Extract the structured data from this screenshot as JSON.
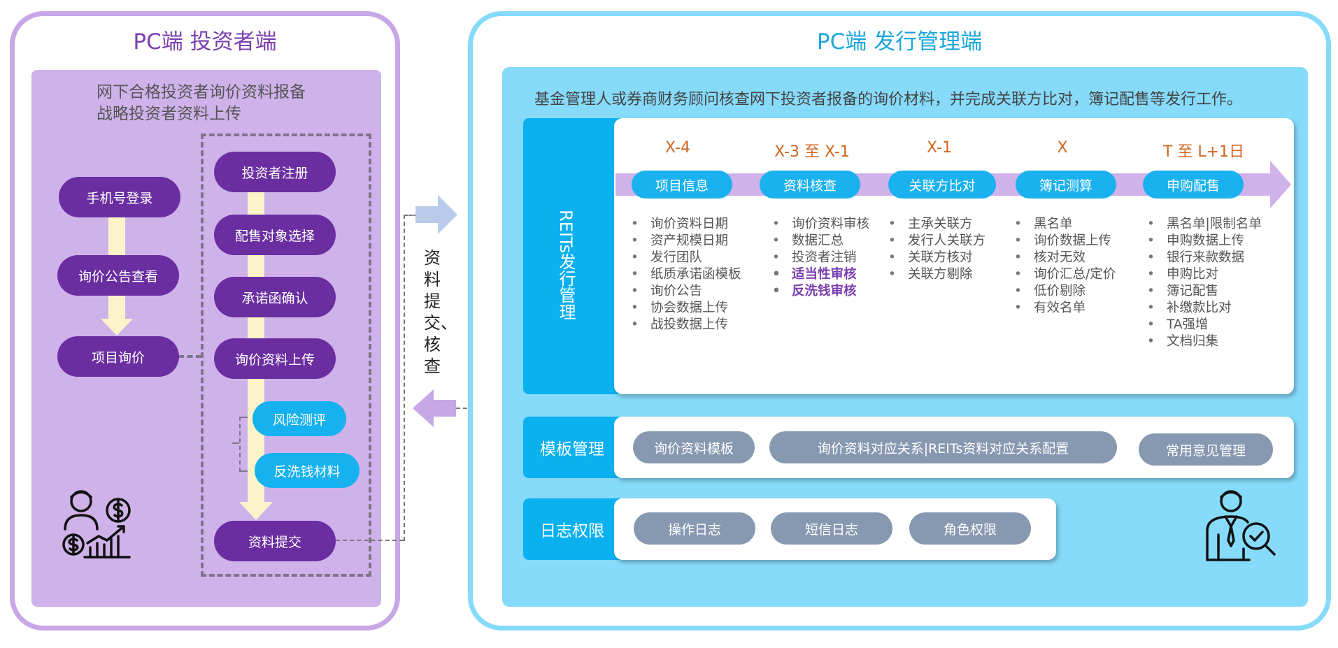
{
  "left_panel": {
    "title": "PC端 投资者端",
    "desc_line1": "网下合格投资者询价资料报备",
    "desc_line2": "战略投资者资料上传",
    "flow_a": [
      "手机号登录",
      "询价公告查看",
      "项目询价"
    ],
    "flow_b": [
      "投资者注册",
      "配售对象选择",
      "承诺函确认",
      "询价资料上传"
    ],
    "sub_items": [
      "风险测评",
      "反洗钱材料"
    ],
    "submit": "资料提交"
  },
  "connector": {
    "label": "资料提交、核查"
  },
  "right_panel": {
    "title": "PC端 发行管理端",
    "desc": "基金管理人或券商财务顾问核查网下投资者报备的询价材料，并完成关联方比对，簿记配售等发行工作。",
    "reits_label": "REITs发行管理",
    "stages": [
      {
        "time": "X-4",
        "name": "项目信息",
        "items": [
          "询价资料日期",
          "资产规模日期",
          "发行团队",
          "纸质承诺函模板",
          "询价公告",
          "协会数据上传",
          "战投数据上传"
        ],
        "highlight": []
      },
      {
        "time": "X-3 至 X-1",
        "name": "资料核查",
        "items": [
          "询价资料审核",
          "数据汇总",
          "投资者注销",
          "适当性审核",
          "反洗钱审核"
        ],
        "highlight": [
          3,
          4
        ]
      },
      {
        "time": "X-1",
        "name": "关联方比对",
        "items": [
          "主承关联方",
          "发行人关联方",
          "关联方核对",
          "关联方剔除"
        ],
        "highlight": []
      },
      {
        "time": "X",
        "name": "簿记测算",
        "items": [
          "黑名单",
          "询价数据上传",
          "核对无效",
          "询价汇总/定价",
          "低价剔除",
          "有效名单"
        ],
        "highlight": []
      },
      {
        "time": "T 至 L+1日",
        "name": "申购配售",
        "items": [
          "黑名单|限制名单",
          "申购数据上传",
          "银行来款数据",
          "申购比对",
          "簿记配售",
          "补缴款比对",
          "TA强增",
          "文档归集"
        ],
        "highlight": []
      }
    ],
    "template_label": "模板管理",
    "template_items": [
      "询价资料模板",
      "询价资料对应关系|REITs资料对应关系配置",
      "常用意见管理"
    ],
    "log_label": "日志权限",
    "log_items": [
      "操作日志",
      "短信日志",
      "角色权限"
    ]
  },
  "icons": {
    "left": "investor-money-growth-icon",
    "right": "manager-verification-icon"
  },
  "colors": {
    "left_border": "#c8a7e6",
    "left_fill": "#cfb2ea",
    "purple_pill": "#6a2ea1",
    "cyan": "#16b1ef",
    "right_border": "#86dafa",
    "right_fill": "#86dafa",
    "stage_time": "#d2651f",
    "gray_pill": "#8798b1"
  }
}
